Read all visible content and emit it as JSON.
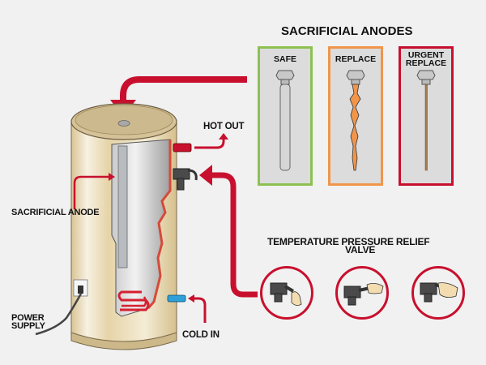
{
  "anodes": {
    "title": "SACRIFICIAL ANODES",
    "panels": [
      {
        "label": "SAFE",
        "color": "#8cc152",
        "state": "intact"
      },
      {
        "label": "REPLACE",
        "color": "#f0954a",
        "state": "corroded"
      },
      {
        "label": "URGENT\nREPLACE",
        "label_line1": "URGENT",
        "label_line2": "REPLACE",
        "color": "#c8102e",
        "state": "depleted"
      }
    ]
  },
  "tank_labels": {
    "hot_out": "HOT OUT",
    "cold_in": "COLD IN",
    "sacrificial_anode": "SACRIFICIAL ANODE",
    "power_supply_line1": "POWER",
    "power_supply_line2": "SUPPLY"
  },
  "valve": {
    "title_line1": "TEMPERATURE PRESSURE RELIEF",
    "title_line2": "VALVE",
    "steps": [
      "lever-closed",
      "lever-lifting",
      "lever-open"
    ]
  },
  "colors": {
    "arrow": "#c8102e",
    "tank": "#e8d9b5",
    "background": "#f1f1f1"
  }
}
